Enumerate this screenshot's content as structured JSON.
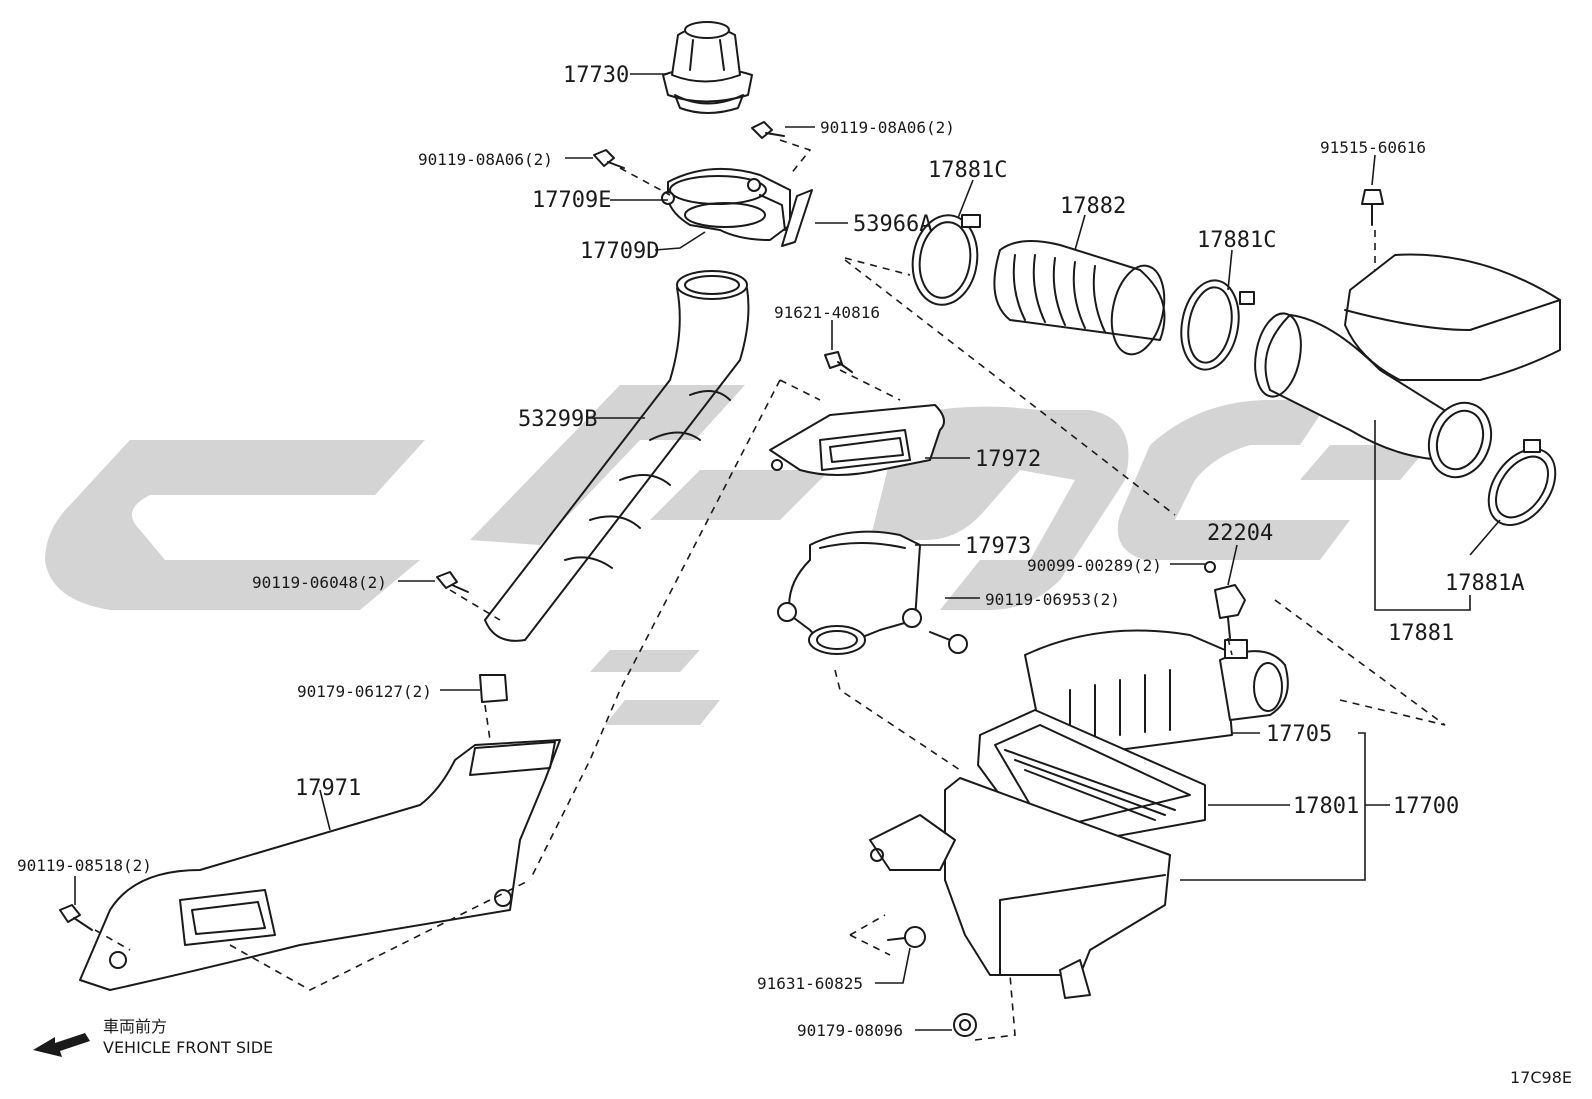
{
  "diagram_code": "17C98E",
  "direction_note": {
    "japanese": "車両前方",
    "english": "VEHICLE FRONT SIDE"
  },
  "colors": {
    "line": "#1a1a1a",
    "watermark": "#d4d4d4",
    "background": "#ffffff"
  },
  "parts": {
    "p17730": "17730",
    "p90119_08A06_right": "90119-08A06(2)",
    "p90119_08A06_left": "90119-08A06(2)",
    "p17709E": "17709E",
    "p53966A": "53966A",
    "p17709D": "17709D",
    "p17881C_left": "17881C",
    "p17882": "17882",
    "p17881C_right": "17881C",
    "p91515_60616": "91515-60616",
    "p91621_40816": "91621-40816",
    "p53299B": "53299B",
    "p17972": "17972",
    "p17973": "17973",
    "p90119_06048": "90119-06048(2)",
    "p90099_00289": "90099-00289(2)",
    "p22204": "22204",
    "p90119_06953": "90119-06953(2)",
    "p17881A": "17881A",
    "p17881": "17881",
    "p90179_06127": "90179-06127(2)",
    "p17705": "17705",
    "p17971": "17971",
    "p17801": "17801",
    "p17700": "17700",
    "p90119_08518": "90119-08518(2)",
    "p91631_60825": "91631-60825",
    "p90179_08096": "90179-08096"
  }
}
